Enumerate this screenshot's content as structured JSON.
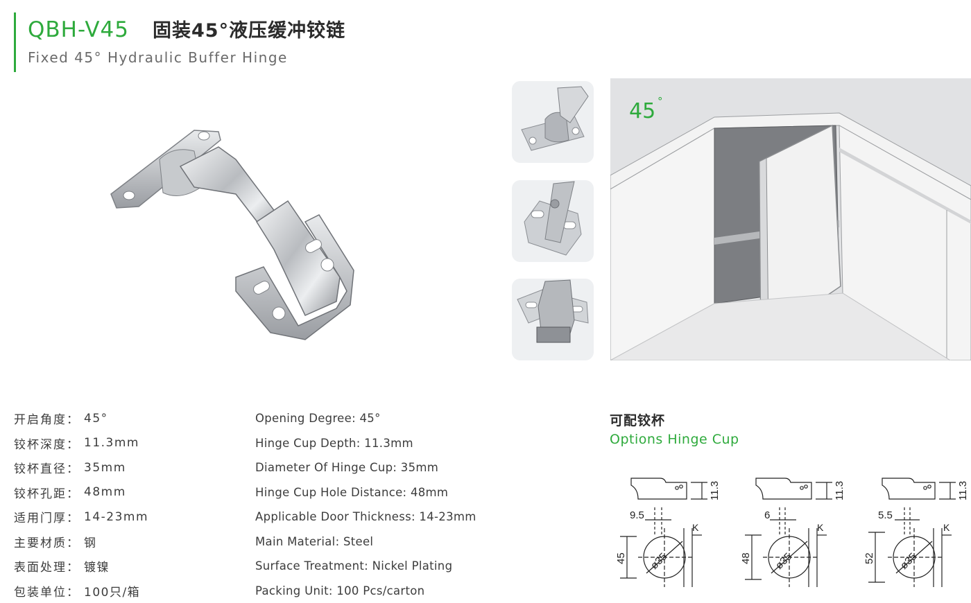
{
  "header": {
    "model": "QBH-V45",
    "title_cn": "固装45°液压缓冲铰链",
    "title_en": "Fixed 45° Hydraulic Buffer Hinge"
  },
  "scene": {
    "angle_label": "45",
    "angle_sup": "°"
  },
  "specs_cn": [
    {
      "label": "开启角度：",
      "value": "45°"
    },
    {
      "label": "铰杯深度：",
      "value": "11.3mm"
    },
    {
      "label": "铰杯直径：",
      "value": "35mm"
    },
    {
      "label": "铰杯孔距：",
      "value": "48mm"
    },
    {
      "label": "适用门厚：",
      "value": "14-23mm"
    },
    {
      "label": "主要材质：",
      "value": "钢"
    },
    {
      "label": "表面处理：",
      "value": "镀镍"
    },
    {
      "label": "包装单位：",
      "value": "100只/箱"
    }
  ],
  "specs_en": [
    "Opening Degree: 45°",
    "Hinge Cup Depth: 11.3mm",
    "Diameter Of Hinge Cup: 35mm",
    "Hinge Cup Hole Distance: 48mm",
    "Applicable Door Thickness: 14-23mm",
    "Main Material: Steel",
    "Surface Treatment: Nickel Plating",
    "Packing Unit: 100 Pcs/carton"
  ],
  "cups": {
    "title_cn": "可配铰杯",
    "title_en": "Options Hinge Cup",
    "items": [
      {
        "depth": "11.3",
        "offset": "9.5",
        "k": "K",
        "distance": "45",
        "diameter": "ø35"
      },
      {
        "depth": "11.3",
        "offset": "6",
        "k": "K",
        "distance": "48",
        "diameter": "ø35"
      },
      {
        "depth": "11.3",
        "offset": "5.5",
        "k": "K",
        "distance": "52",
        "diameter": "ø35"
      }
    ]
  },
  "colors": {
    "accent": "#2eaa3c",
    "text": "#3a3a3a",
    "scene_bg": "#e2e3e5"
  }
}
